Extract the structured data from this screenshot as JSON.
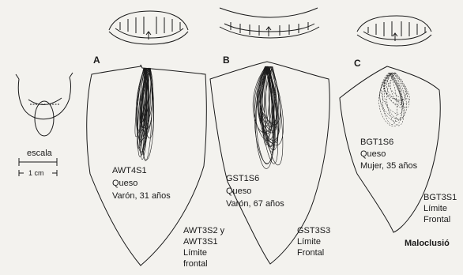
{
  "panels": {
    "a": {
      "letter": "A",
      "code": "AWT4S1",
      "food": "Queso",
      "subject": "Varón, 31 años",
      "notes": [
        "AWT3S2 y",
        "AWT3S1",
        "Límite",
        "frontal"
      ]
    },
    "b": {
      "letter": "B",
      "code": "GST1S6",
      "food": "Queso",
      "subject": "Varón, 67 años",
      "notes": [
        "GST3S3",
        "Límite",
        "Frontal"
      ]
    },
    "c": {
      "letter": "C",
      "code": "BGT1S6",
      "food": "Queso",
      "subject": "Mujer, 35 años",
      "notes": [
        "BGT3S1",
        "Límite",
        "Frontal"
      ],
      "caption": "Maloclusió"
    }
  },
  "scale": {
    "title": "escala",
    "measure": "1 cm"
  },
  "colors": {
    "ink": "#1a1a1a",
    "paper": "#f3f2ee"
  }
}
